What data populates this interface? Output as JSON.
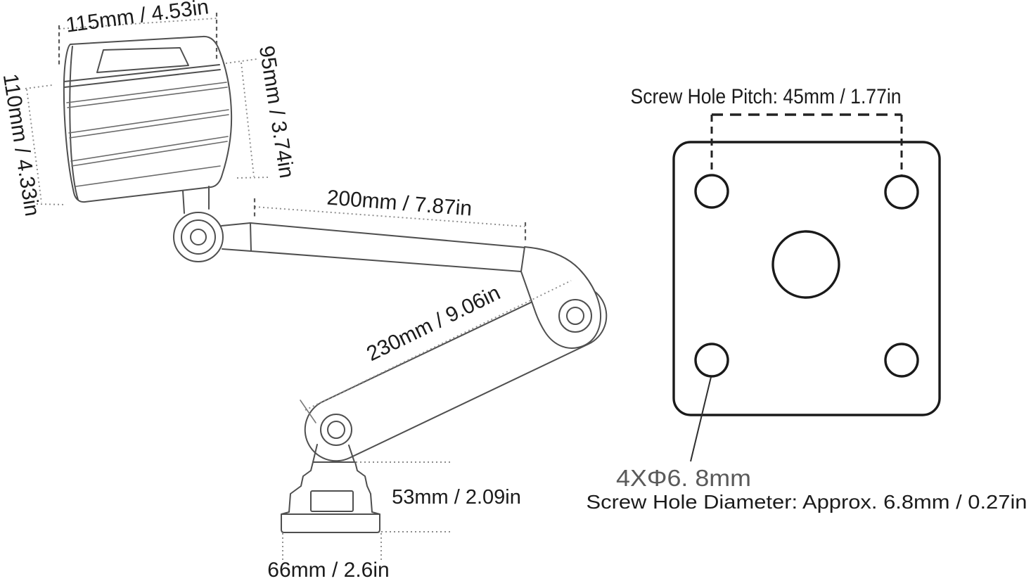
{
  "colors": {
    "background": "#ffffff",
    "lamp_line": "#4f4f4f",
    "plate_line": "#1a1a1a",
    "dim_line": "#8c8c8c",
    "text": "#1b1b1b",
    "callout_text": "#5a5a5a"
  },
  "lamp_view": {
    "head_width_label": "115mm / 4.53in",
    "head_height_label": "110mm / 4.33in",
    "head_depth_label": "95mm / 3.74in",
    "upper_arm_label": "200mm / 7.87in",
    "lower_arm_label": "230mm / 9.06in",
    "base_height_label": "53mm / 2.09in",
    "base_width_label": "66mm / 2.6in"
  },
  "plate_view": {
    "pitch_label": "Screw Hole Pitch: 45mm / 1.77in",
    "hole_count_label": "4XΦ6. 8mm",
    "diameter_label": "Screw Hole Diameter: Approx. 6.8mm / 0.27in"
  }
}
